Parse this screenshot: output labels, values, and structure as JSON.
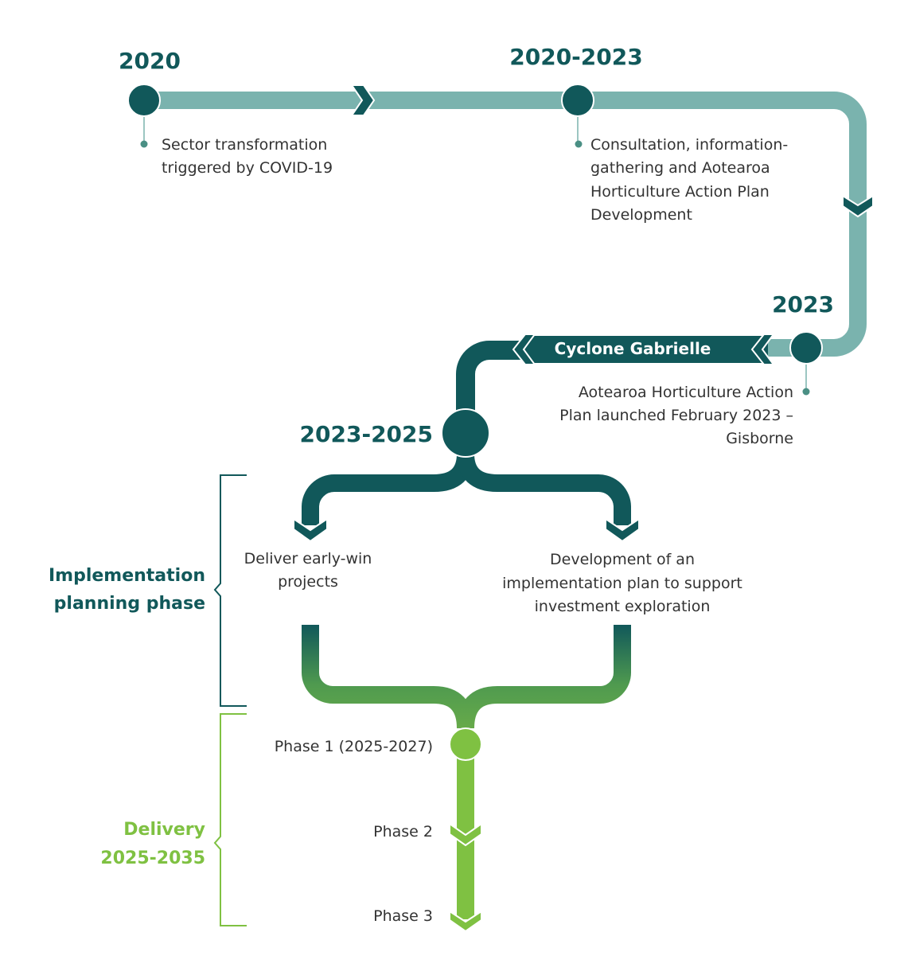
{
  "colors": {
    "dark_teal": "#11585a",
    "light_teal": "#7ab3ae",
    "green": "#7fc142",
    "text": "#333333"
  },
  "milestones": [
    {
      "year": "2020",
      "lines": [
        "Sector transformation",
        "triggered by COVID-19"
      ]
    },
    {
      "year": "2020-2023",
      "lines": [
        "Consultation, information-",
        "gathering and Aotearoa",
        "Horticulture Action Plan",
        "Development"
      ]
    },
    {
      "year": "2023",
      "lines": [
        "Aotearoa Horticulture Action",
        "Plan launched February 2023 –",
        "Gisborne"
      ]
    },
    {
      "year": "2023-2025"
    }
  ],
  "event_band": "Cyclone Gabrielle",
  "branches": [
    {
      "lines": [
        "Deliver early-win",
        "projects"
      ]
    },
    {
      "lines": [
        "Development of an",
        "implementation plan to support",
        "investment exploration"
      ]
    }
  ],
  "phases": [
    "Phase 1 (2025-2027)",
    "Phase 2",
    "Phase 3"
  ],
  "brackets": [
    {
      "lines": [
        "Implementation",
        "planning phase"
      ]
    },
    {
      "lines": [
        "Delivery",
        "2025-2035"
      ]
    }
  ]
}
